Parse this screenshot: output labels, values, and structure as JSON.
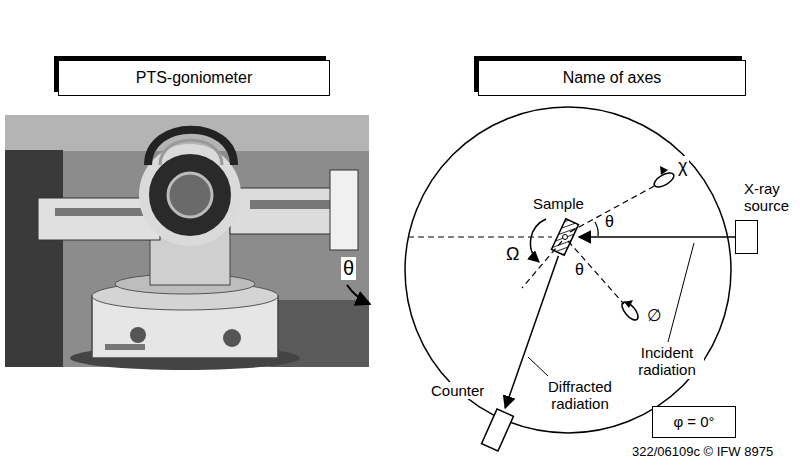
{
  "diagram": {
    "nodes": [
      {
        "text": [
          "PTS-goniometer"
        ]
      },
      {
        "text": [
          "Name of axes"
        ]
      },
      {
        "text": [
          "Sample"
        ]
      },
      {
        "text": [
          "X-ray source"
        ]
      },
      {
        "text": [
          "Counter"
        ]
      },
      {
        "text": [
          "φ = 0°"
        ]
      }
    ],
    "edges": [
      {
        "from": 3,
        "to": 2,
        "arrow": "to"
      },
      {
        "from": 2,
        "to": 4,
        "arrow": "to"
      }
    ],
    "labels": [
      "χ",
      "θ",
      "Ω",
      "θ",
      "θ",
      "Incident radiation",
      "∅",
      "Diffracted radiation",
      "322/06109c © IFW 8975"
    ]
  }
}
